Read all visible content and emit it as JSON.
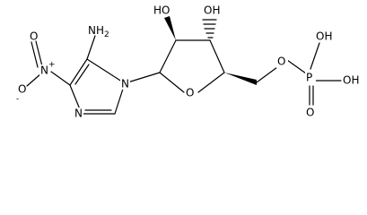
{
  "molecule": {
    "atoms": {
      "amine": "NH",
      "amine_sub": "2",
      "ring_n1": "N",
      "ring_n3": "N",
      "nitro_n": "N",
      "nitro_plus": "+",
      "nitro_o_top": "O",
      "nitro_o_minus": "O",
      "nitro_minus": "-",
      "ring_o": "O",
      "oh_c2": "HO",
      "oh_c3": "OH",
      "ester_o": "O",
      "p": "P",
      "p_oh_top": "OH",
      "p_oh_right": "OH",
      "p_o_double": "O"
    }
  }
}
